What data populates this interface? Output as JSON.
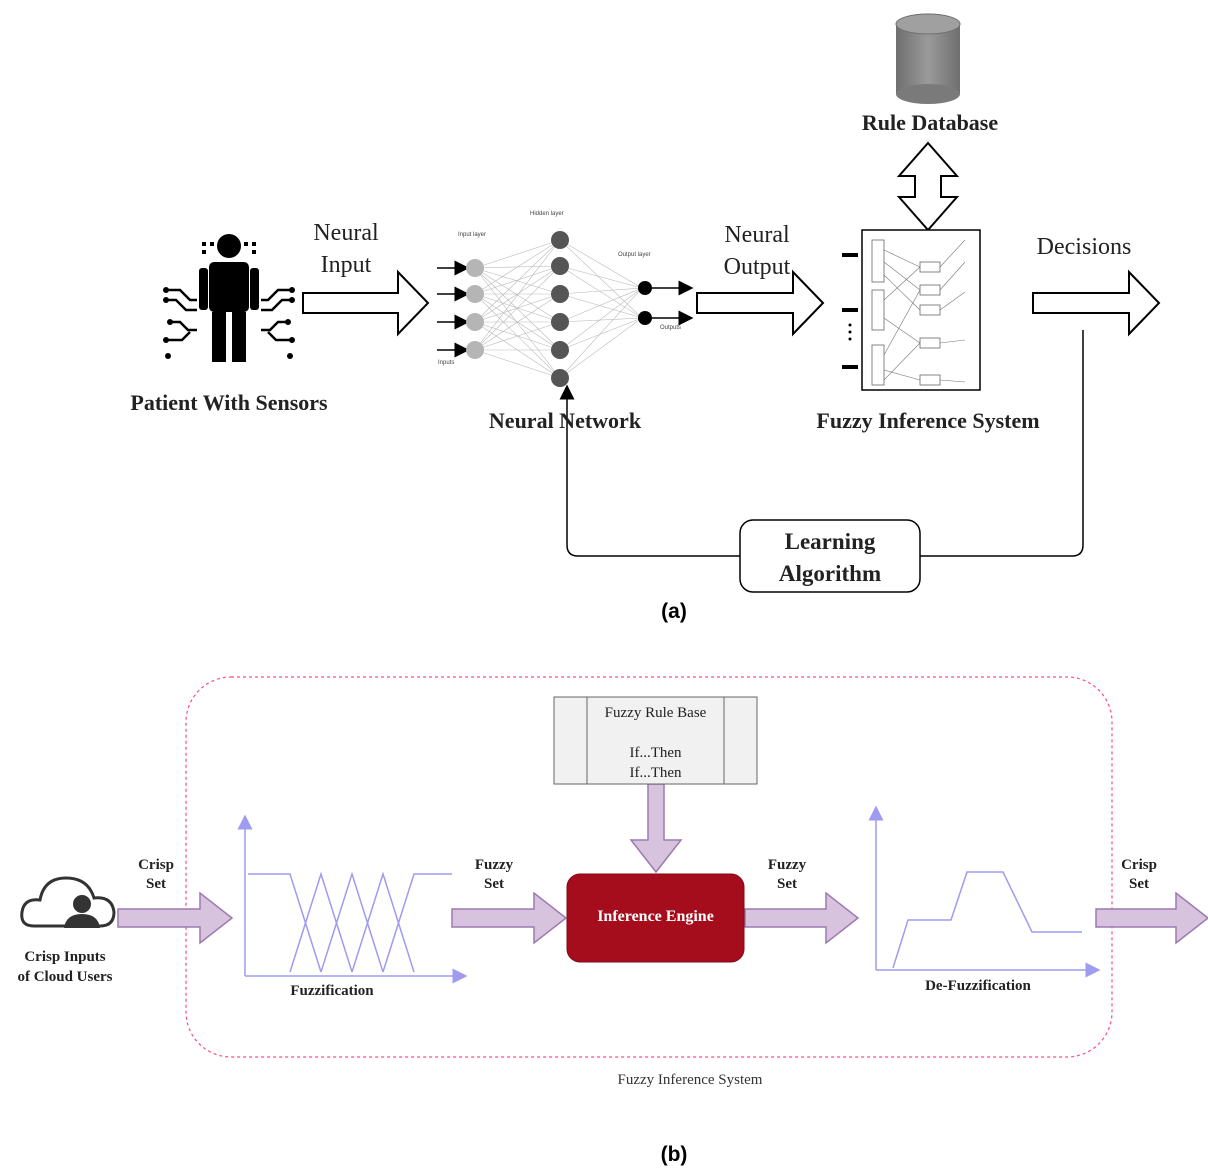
{
  "panel_a": {
    "caption": "(a)",
    "patient_label": "Patient With Sensors",
    "neural_input_line1": "Neural",
    "neural_input_line2": "Input",
    "nn_label": "Neural Network",
    "nn_input_layer": "Input layer",
    "nn_hidden_layer": "Hidden layer",
    "nn_output_layer": "Output layer",
    "nn_inputs": "Inputs",
    "nn_outputs": "Outputs",
    "neural_output_line1": "Neural",
    "neural_output_line2": "Output",
    "rule_db_label": "Rule Database",
    "fis_label": "Fuzzy Inference System",
    "decisions_label": "Decisions",
    "learning_line1": "Learning",
    "learning_line2": "Algorithm"
  },
  "panel_b": {
    "caption": "(b)",
    "crisp_inputs_line1": "Crisp Inputs",
    "crisp_inputs_line2": "of Cloud Users",
    "crisp_set_in_1": "Crisp",
    "crisp_set_in_2": "Set",
    "fuzzification": "Fuzzification",
    "fuzzy_set_1a": "Fuzzy",
    "fuzzy_set_1b": "Set",
    "rule_base_title": "Fuzzy Rule Base",
    "rule_1": "If...Then",
    "rule_2": "If...Then",
    "inference_engine": "Inference Engine",
    "fuzzy_set_2a": "Fuzzy",
    "fuzzy_set_2b": "Set",
    "defuzzification": "De-Fuzzification",
    "crisp_set_out_1": "Crisp",
    "crisp_set_out_2": "Set",
    "fis_caption": "Fuzzy Inference System"
  },
  "colors": {
    "arrow_fill": "#d8c3de",
    "arrow_stroke": "#9c7ab0",
    "axis": "#9f9bf0",
    "engine_fill": "#a50d1d",
    "dashed_border": "#ff4d7d",
    "db_gray": "#858585"
  }
}
